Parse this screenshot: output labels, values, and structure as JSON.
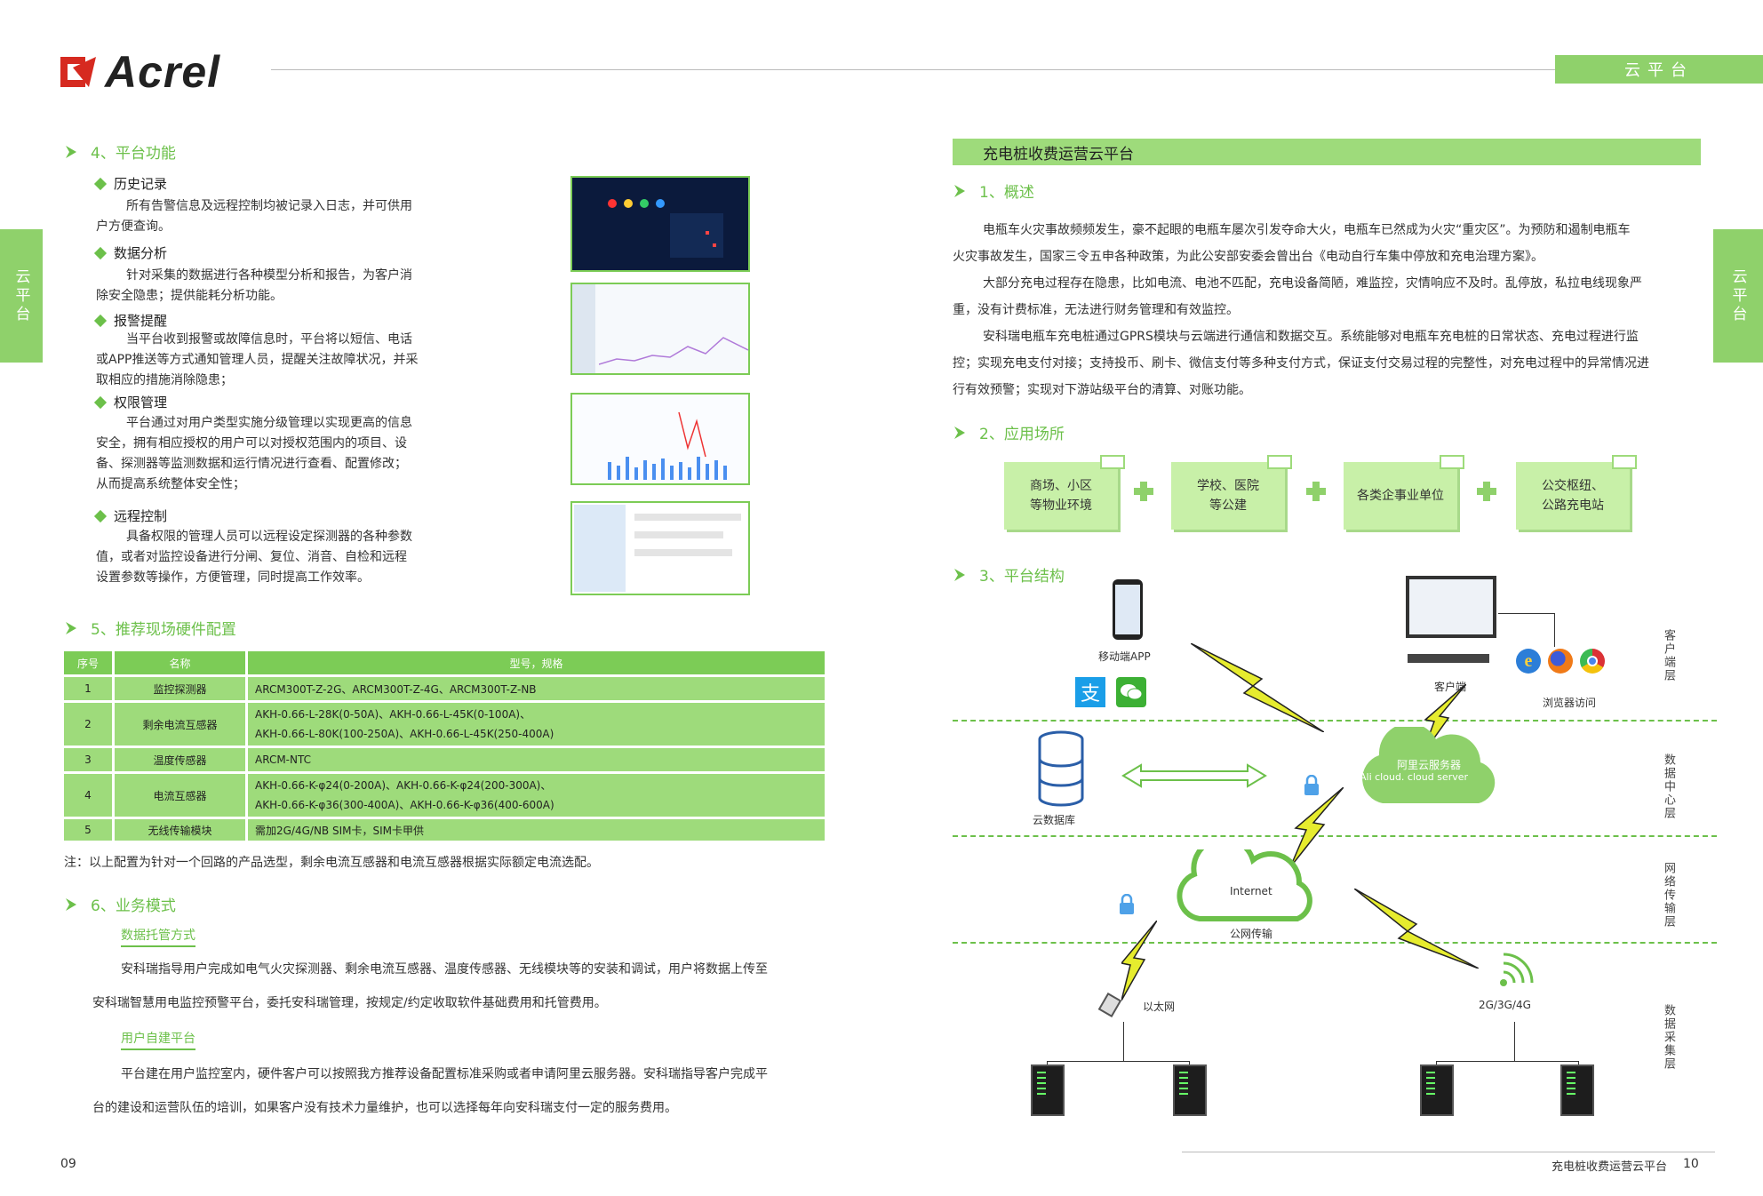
{
  "brand": {
    "name": "Acrel",
    "brand_color": "#d62a20",
    "accent": "#6cc04a"
  },
  "header_tab": "云平台",
  "side_tab_left": "云平台",
  "side_tab_right": "云平台",
  "left": {
    "section4": {
      "title": "4、平台功能",
      "items": [
        {
          "title": "历史记录",
          "text1": "所有告警信息及远程控制均被记录入日志，并可供用",
          "text2": "户方便查询。"
        },
        {
          "title": "数据分析",
          "text1": "针对采集的数据进行各种模型分析和报告，为客户消",
          "text2": "除安全隐患；提供能耗分析功能。"
        },
        {
          "title": "报警提醒",
          "text1": "当平台收到报警或故障信息时，平台将以短信、电话",
          "text2": "或APP推送等方式通知管理人员，提醒关注故障状况，并采",
          "text3": "取相应的措施消除隐患；"
        },
        {
          "title": "权限管理",
          "text1": "平台通过对用户类型实施分级管理以实现更高的信息",
          "text2": "安全，拥有相应授权的用户可以对授权范围内的项目、设",
          "text3": "备、探测器等监测数据和运行情况进行查看、配置修改；",
          "text4": "从而提高系统整体安全性；"
        },
        {
          "title": "远程控制",
          "text1": "具备权限的管理人员可以远程设定探测器的各种参数",
          "text2": "值，或者对监控设备进行分闸、复位、消音、自检和远程",
          "text3": "设置参数等操作，方便管理，同时提高工作效率。"
        }
      ]
    },
    "section5": {
      "title": "5、推荐现场硬件配置",
      "headers": [
        "序号",
        "名称",
        "型号，规格"
      ],
      "rows": [
        {
          "no": "1",
          "name": "监控探测器",
          "spec1": "ARCM300T-Z-2G、ARCM300T-Z-4G、ARCM300T-Z-NB",
          "spec2": ""
        },
        {
          "no": "2",
          "name": "剩余电流互感器",
          "spec1": "AKH-0.66-L-28K(0-50A)、AKH-0.66-L-45K(0-100A)、",
          "spec2": "AKH-0.66-L-80K(100-250A)、AKH-0.66-L-45K(250-400A)"
        },
        {
          "no": "3",
          "name": "温度传感器",
          "spec1": "ARCM-NTC",
          "spec2": ""
        },
        {
          "no": "4",
          "name": "电流互感器",
          "spec1": "AKH-0.66-K-φ24(0-200A)、AKH-0.66-K-φ24(200-300A)、",
          "spec2": "AKH-0.66-K-φ36(300-400A)、AKH-0.66-K-φ36(400-600A)"
        },
        {
          "no": "5",
          "name": "无线传输模块",
          "spec1": "需加2G/4G/NB SIM卡，SIM卡甲供",
          "spec2": ""
        }
      ],
      "note": "注：以上配置为针对一个回路的产品选型，剩余电流互感器和电流互感器根据实际额定电流选配。"
    },
    "section6": {
      "title": "6、业务模式",
      "sub1": "数据托管方式",
      "sub1_text1": "安科瑞指导用户完成如电气火灾探测器、剩余电流互感器、温度传感器、无线模块等的安装和调试，用户将数据上传至",
      "sub1_text2": "安科瑞智慧用电监控预警平台，委托安科瑞管理，按规定/约定收取软件基础费用和托管费用。",
      "sub2": "用户自建平台",
      "sub2_text1": "平台建在用户监控室内，硬件客户可以按照我方推荐设备配置标准采购或者申请阿里云服务器。安科瑞指导客户完成平",
      "sub2_text2": "台的建设和运营队伍的培训，如果客户没有技术力量维护，也可以选择每年向安科瑞支付一定的服务费用。"
    },
    "page_number": "09"
  },
  "right": {
    "banner": "充电桩收费运营云平台",
    "section1": {
      "title": "1、概述",
      "p1a": "电瓶车火灾事故频频发生，豪不起眼的电瓶车屡次引发夺命大火，电瓶车已然成为火灾“重灾区”。为预防和遏制电瓶车",
      "p1b": "火灾事故发生，国家三令五申各种政策，为此公安部安委会曾出台《电动自行车集中停放和充电治理方案》。",
      "p2a": "大部分充电过程存在隐患，比如电流、电池不匹配，充电设备简陋，难监控，灾情响应不及时。乱停放，私拉电线现象严",
      "p2b": "重，没有计费标准，无法进行财务管理和有效监控。",
      "p3a": "安科瑞电瓶车充电桩通过GPRS模块与云端进行通信和数据交互。系统能够对电瓶车充电桩的日常状态、充电过程进行监",
      "p3b": "控；实现充电支付对接；支持投币、刷卡、微信支付等多种支付方式，保证支付交易过程的完整性，对充电过程中的异常情况进",
      "p3c": "行有效预警；实现对下游站级平台的清算、对账功能。"
    },
    "section2": {
      "title": "2、应用场所",
      "scenes": [
        {
          "l1": "商场、小区",
          "l2": "等物业环境"
        },
        {
          "l1": "学校、医院",
          "l2": "等公建"
        },
        {
          "l1": "各类企事业单位",
          "l2": ""
        },
        {
          "l1": "公交枢纽、",
          "l2": "公路充电站"
        }
      ]
    },
    "section3": {
      "title": "3、平台结构",
      "labels": {
        "app": "移动端APP",
        "client": "客户端",
        "browser": "浏览器访问",
        "aliyun_cn": "阿里云服务器",
        "aliyun_en": "Ali cloud. cloud server",
        "cloud_db": "云数据库",
        "internet": "Internet",
        "public_net": "公网传输",
        "ethernet": "以太网",
        "wireless": "2G/3G/4G"
      },
      "layers": [
        "客户端层",
        "数据中心层",
        "网络传输层",
        "数据采集层"
      ]
    },
    "footer_title": "充电桩收费运营云平台",
    "page_number": "10"
  }
}
